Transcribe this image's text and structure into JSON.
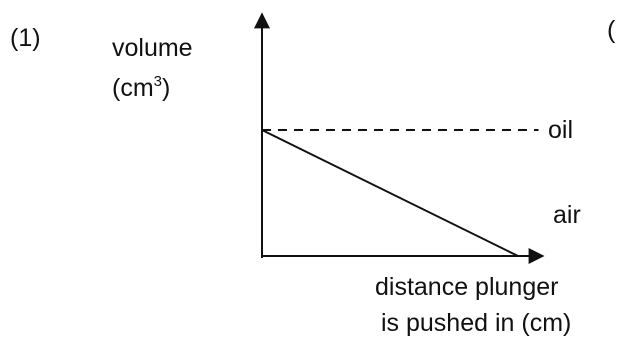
{
  "question_number": "(1)",
  "edge_glyph": "(",
  "chart_data": {
    "type": "line",
    "ylabel_line1": "volume",
    "ylabel_unit_open": "(cm",
    "ylabel_unit_sup": "3",
    "ylabel_unit_close": ")",
    "xlabel_line1": "distance plunger",
    "xlabel_line2": "is pushed in (cm)",
    "axes_ticks": "none",
    "grid": false,
    "series": [
      {
        "name": "oil",
        "style": "dashed",
        "x": [
          0,
          1.08
        ],
        "y": [
          1,
          1
        ]
      },
      {
        "name": "air",
        "style": "solid",
        "x": [
          0,
          1
        ],
        "y": [
          1,
          0
        ]
      }
    ],
    "xlim": [
      0,
      1.15
    ],
    "ylim": [
      0,
      1.8
    ]
  },
  "colors": {
    "ink": "#111111",
    "background": "#ffffff"
  }
}
